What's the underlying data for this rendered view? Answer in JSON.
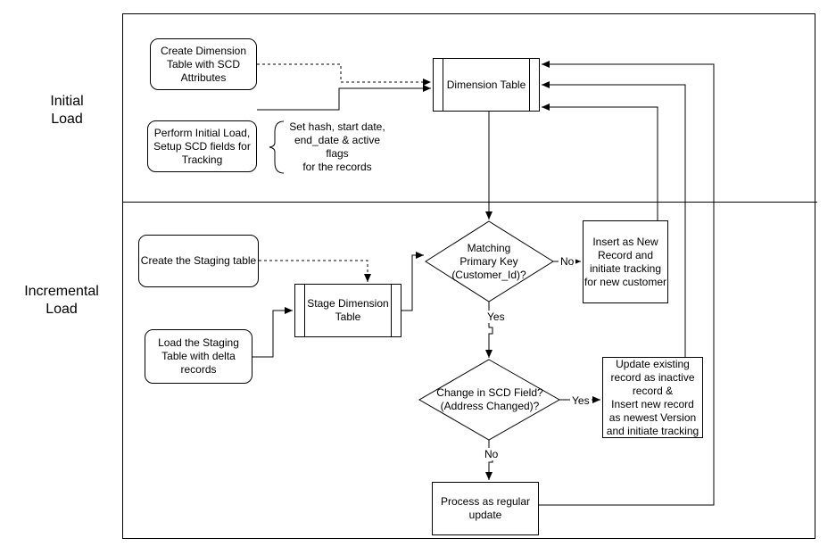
{
  "lanes": {
    "initial": "Initial\nLoad",
    "incremental": "Incremental\nLoad"
  },
  "nodes": {
    "create_dim": "Create Dimension\nTable with SCD\nAttributes",
    "perform_initial": "Perform Initial Load,\nSetup SCD fields for\nTracking",
    "brace_note": "Set hash, start date,\nend_date & active flags\nfor the records",
    "dimension_table": "Dimension Table",
    "create_staging": "Create the Staging table",
    "load_staging": "Load the Staging\nTable with delta\nrecords",
    "stage_dimension": "Stage Dimension\nTable",
    "matching_pk": "Matching\nPrimary Key\n(Customer_Id)?",
    "insert_new": "Insert as New\nRecord and\ninitiate tracking\nfor new customer",
    "change_scd": "Change in SCD Field?\n(Address Changed)?",
    "update_existing": "Update existing\nrecord as inactive\nrecord &\nInsert new record\nas newest Version\nand initiate tracking",
    "process_regular": "Process as regular\nupdate"
  },
  "edge_labels": {
    "no_1": "No",
    "yes_1": "Yes",
    "yes_2": "Yes",
    "no_2": "No"
  }
}
